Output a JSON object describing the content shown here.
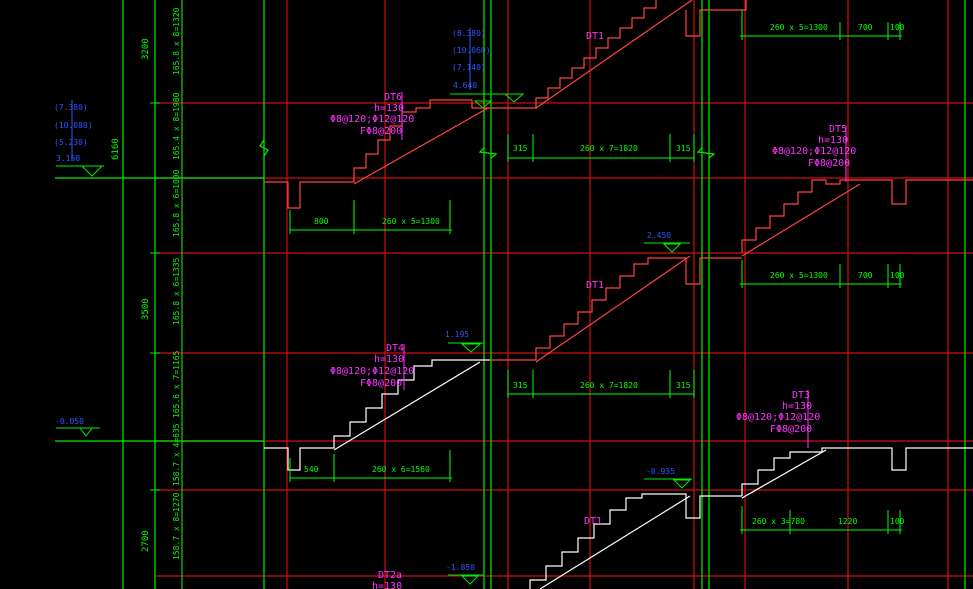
{
  "colors": {
    "background": "#000000",
    "axis_red": "#cc1111",
    "axis_green": "#00ee00",
    "stair_red": "#ff4444",
    "stair_white": "#ffffff",
    "dim_green": "#00ff00",
    "label_magenta": "#ff33ff",
    "elev_blue": "#3355ff"
  },
  "left_dims": {
    "d1": "3200",
    "d2": "6160",
    "d3": "3500",
    "d4": "2700",
    "d5": "165.8 x 8=1320",
    "d6": "165.4 x 8=1980",
    "d7": "165.8 x 6=1000",
    "d8": "165.8 x 6=1335",
    "d9": "165.6 x 7=1165",
    "d10": "158.7 x 4=635",
    "d11": "158.7 x 8=1270"
  },
  "left_elevations": {
    "e1": "(7.380)",
    "e2": "(10.080)",
    "e3": "(5.230)",
    "e4": "3.150",
    "e5": "-0.050"
  },
  "top_elevations": {
    "e1": "(8.380)",
    "e2": "(10.060)",
    "e3": "(7.140)",
    "e4": "4.640"
  },
  "mid_elevations": {
    "e1": "2.450",
    "e2": "1.195",
    "e3": "-0.935",
    "e4": "-1.850"
  },
  "stair_labels": {
    "dt1_top": "DT1",
    "dt1_mid": "DT1",
    "dt1_low": "DT1",
    "dt6": {
      "name": "DT6",
      "h": "h=130",
      "rebar1": "Φ8@120;Φ12@120",
      "rebar2": "FΦ8@200"
    },
    "dt5": {
      "name": "DT5",
      "h": "h=130",
      "rebar1": "Φ8@120;Φ12@120",
      "rebar2": "FΦ8@200"
    },
    "dt4": {
      "name": "DT4",
      "h": "h=130",
      "rebar1": "Φ8@120;Φ12@120",
      "rebar2": "FΦ8@200"
    },
    "dt3": {
      "name": "DT3",
      "h": "h=130",
      "rebar1": "Φ8@120;Φ12@120",
      "rebar2": "FΦ8@200"
    },
    "dt2": {
      "name": "DT2a",
      "h": "h=130"
    }
  },
  "dims": {
    "top_right": [
      "260 x 5=1300",
      "700",
      "100"
    ],
    "top_center": [
      "315",
      "260 x 7=1820",
      "315"
    ],
    "left_upper": [
      "800",
      "260 x 5=1300"
    ],
    "right_mid": [
      "260 x 5=1300",
      "700",
      "100"
    ],
    "center_mid": [
      "315",
      "260 x 7=1820",
      "315"
    ],
    "left_lower": [
      "540",
      "260 x 6=1560"
    ],
    "right_lower": [
      "260 x 3=780",
      "1220",
      "100"
    ]
  }
}
